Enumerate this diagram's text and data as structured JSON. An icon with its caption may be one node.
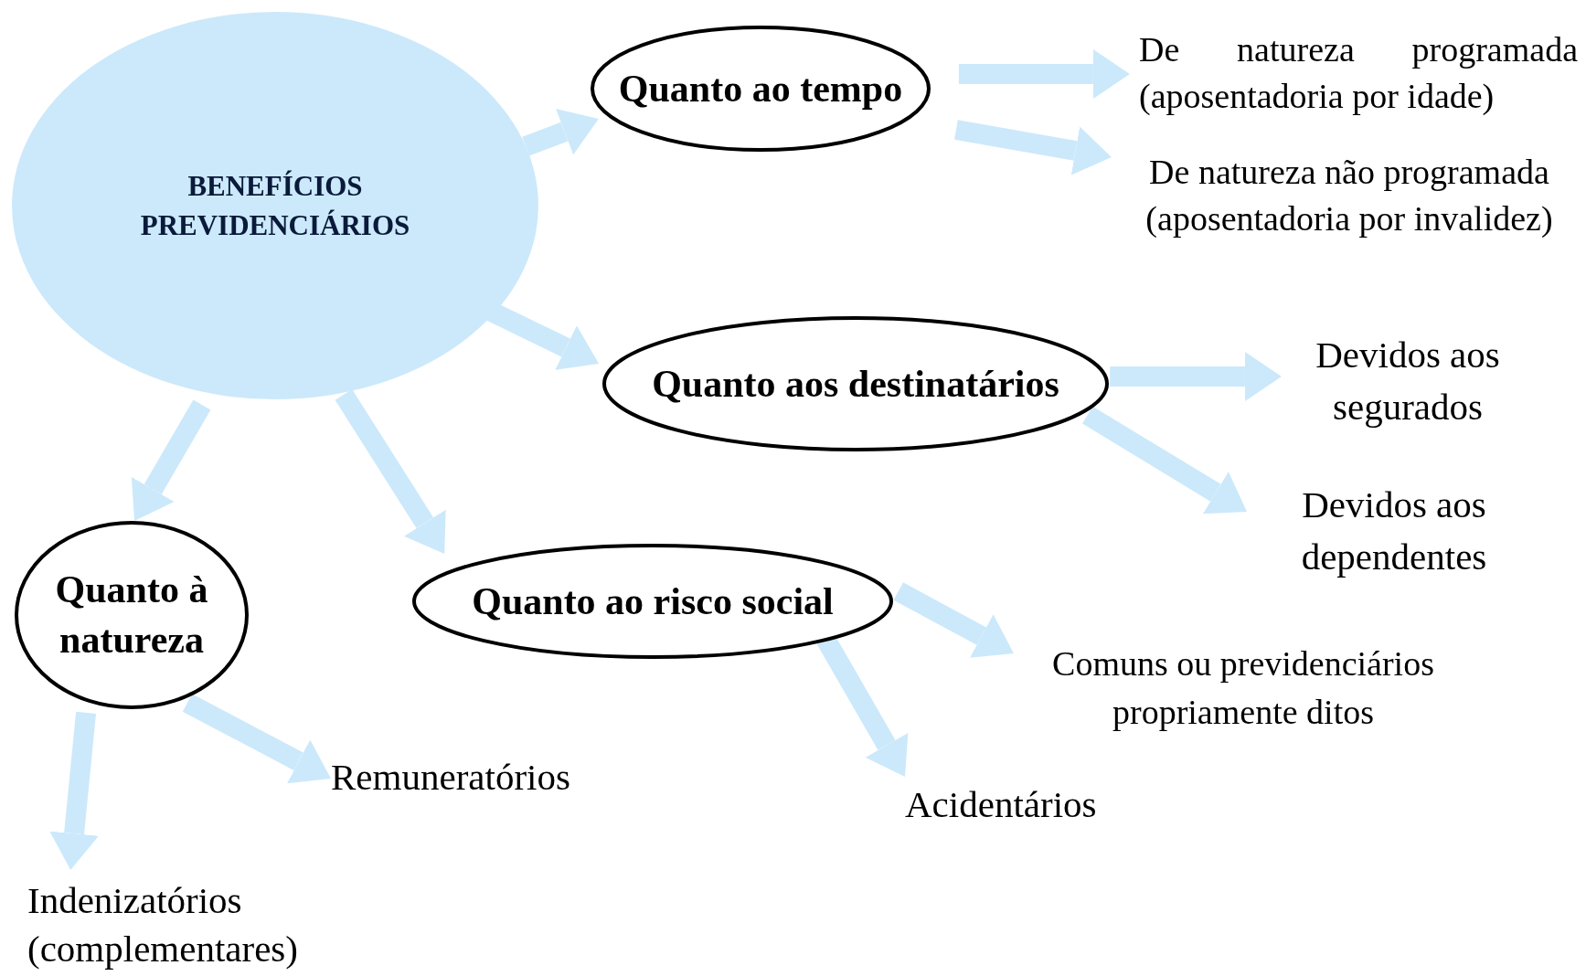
{
  "diagram": {
    "nodes": [
      {
        "text": [
          "BENEFÍCIOS PREVIDENCIÁRIOS"
        ]
      },
      {
        "text": [
          "Quanto ao tempo"
        ]
      },
      {
        "text": [
          "Quanto aos destinatários"
        ]
      },
      {
        "text": [
          "Quanto ao risco social"
        ]
      },
      {
        "text": [
          "Quanto à natureza"
        ]
      },
      {
        "text": [
          "De natureza programada (aposentadoria por idade)"
        ]
      },
      {
        "text": [
          "De natureza não programada (aposentadoria por invalidez)"
        ]
      },
      {
        "text": [
          "Devidos aos segurados"
        ]
      },
      {
        "text": [
          "Devidos aos dependentes"
        ]
      },
      {
        "text": [
          "Comuns ou previdenciários propriamente ditos"
        ]
      },
      {
        "text": [
          "Acidentários"
        ]
      },
      {
        "text": [
          "Remuneratórios"
        ]
      },
      {
        "text": [
          "Indenizatórios (complementares)"
        ]
      }
    ],
    "edges": [
      {
        "from": 0,
        "to": 1,
        "arrow": "to"
      },
      {
        "from": 1,
        "to": 5,
        "arrow": "to"
      },
      {
        "from": 1,
        "to": 6,
        "arrow": "to"
      },
      {
        "from": 0,
        "to": 2,
        "arrow": "to"
      },
      {
        "from": 2,
        "to": 7,
        "arrow": "to"
      },
      {
        "from": 2,
        "to": 8,
        "arrow": "to"
      },
      {
        "from": 0,
        "to": 4,
        "arrow": "to"
      },
      {
        "from": 0,
        "to": 3,
        "arrow": "to"
      },
      {
        "from": 3,
        "to": 9,
        "arrow": "to"
      },
      {
        "from": 3,
        "to": 10,
        "arrow": "to"
      },
      {
        "from": 4,
        "to": 11,
        "arrow": "to"
      },
      {
        "from": 4,
        "to": 12,
        "arrow": "to"
      }
    ]
  }
}
